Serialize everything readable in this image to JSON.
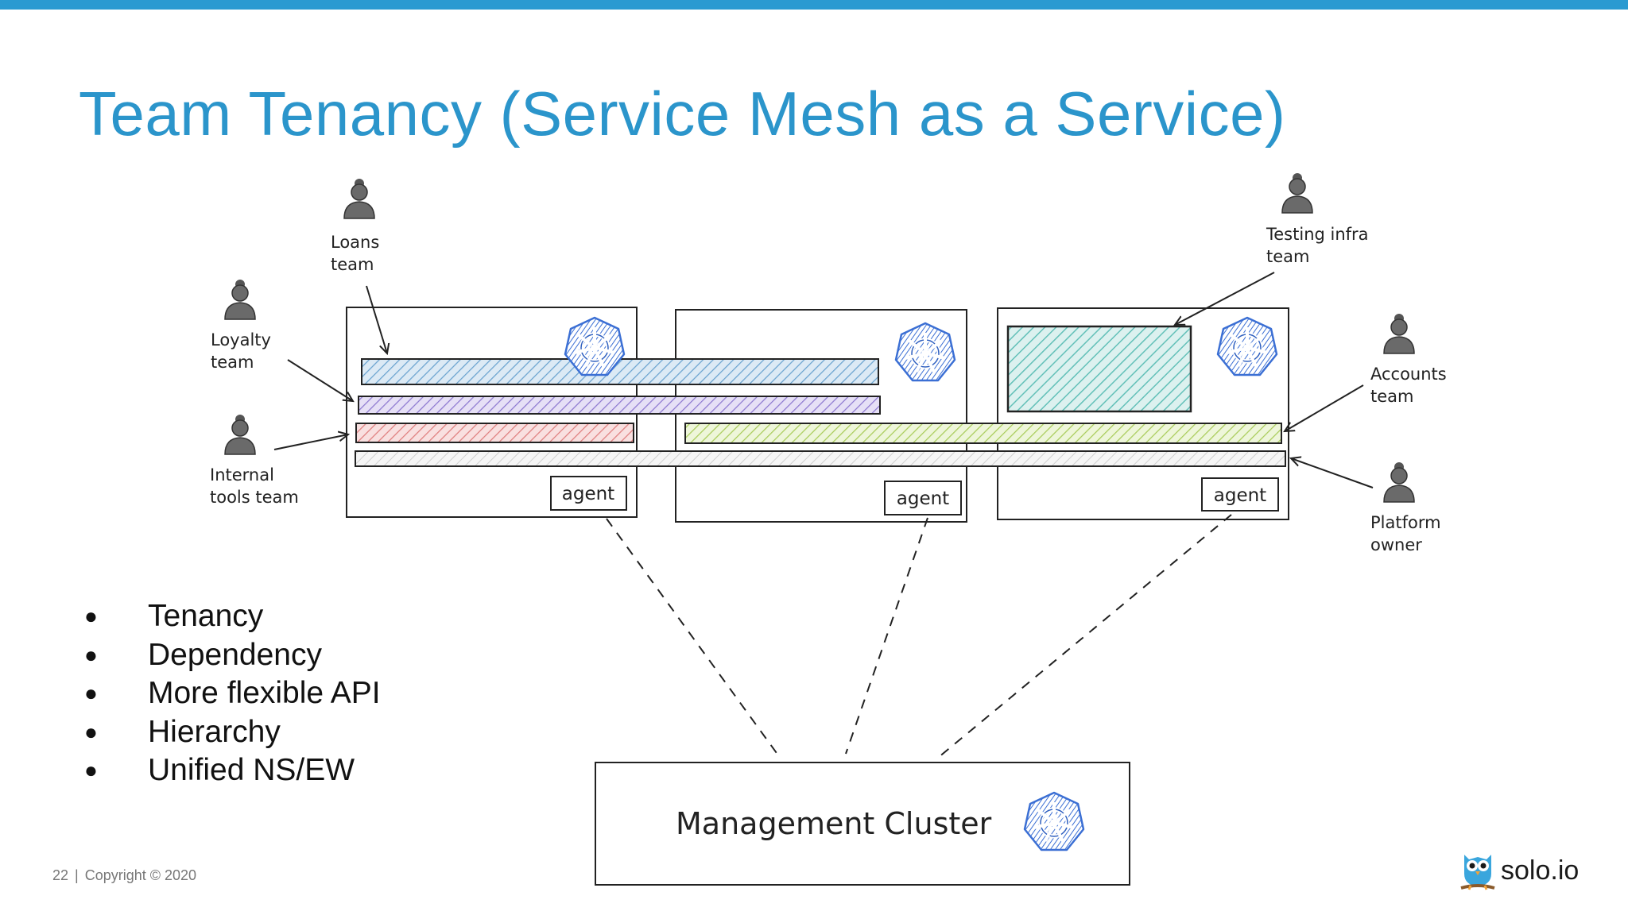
{
  "slide": {
    "title": "Team Tenancy (Service Mesh as a Service)",
    "accent_color": "#2a9ad1"
  },
  "diagram": {
    "teams": {
      "loans": [
        "Loans",
        "team"
      ],
      "loyalty": [
        "Loyalty",
        "team"
      ],
      "internal_tools": [
        "Internal",
        "tools team"
      ],
      "testing_infra": [
        "Testing infra",
        "team"
      ],
      "accounts": [
        "Accounts",
        "team"
      ],
      "platform_owner": [
        "Platform",
        "owner"
      ]
    },
    "clusters": [
      {
        "agent_label": "agent",
        "icon": "kubernetes-icon"
      },
      {
        "agent_label": "agent",
        "icon": "kubernetes-icon"
      },
      {
        "agent_label": "agent",
        "icon": "kubernetes-icon"
      }
    ],
    "management_cluster": {
      "label": "Management Cluster",
      "icon": "kubernetes-icon"
    },
    "colors": {
      "loans": "#7fb3d8",
      "loyalty": "#9a86d6",
      "internal_tools": "#e58b8b",
      "accounts": "#b4d46b",
      "platform": "#c9c9c9",
      "testing": "#6fc7c0",
      "kubernetes": "#3b6fd4",
      "person": "#555555"
    }
  },
  "bullets": [
    "Tenancy",
    "Dependency",
    "More flexible API",
    "Hierarchy",
    "Unified NS/EW"
  ],
  "footer": {
    "page": "22",
    "separator": "|",
    "copyright": "Copyright © 2020"
  },
  "brand": {
    "name": "solo.io",
    "logo": "owl-logo-icon"
  }
}
